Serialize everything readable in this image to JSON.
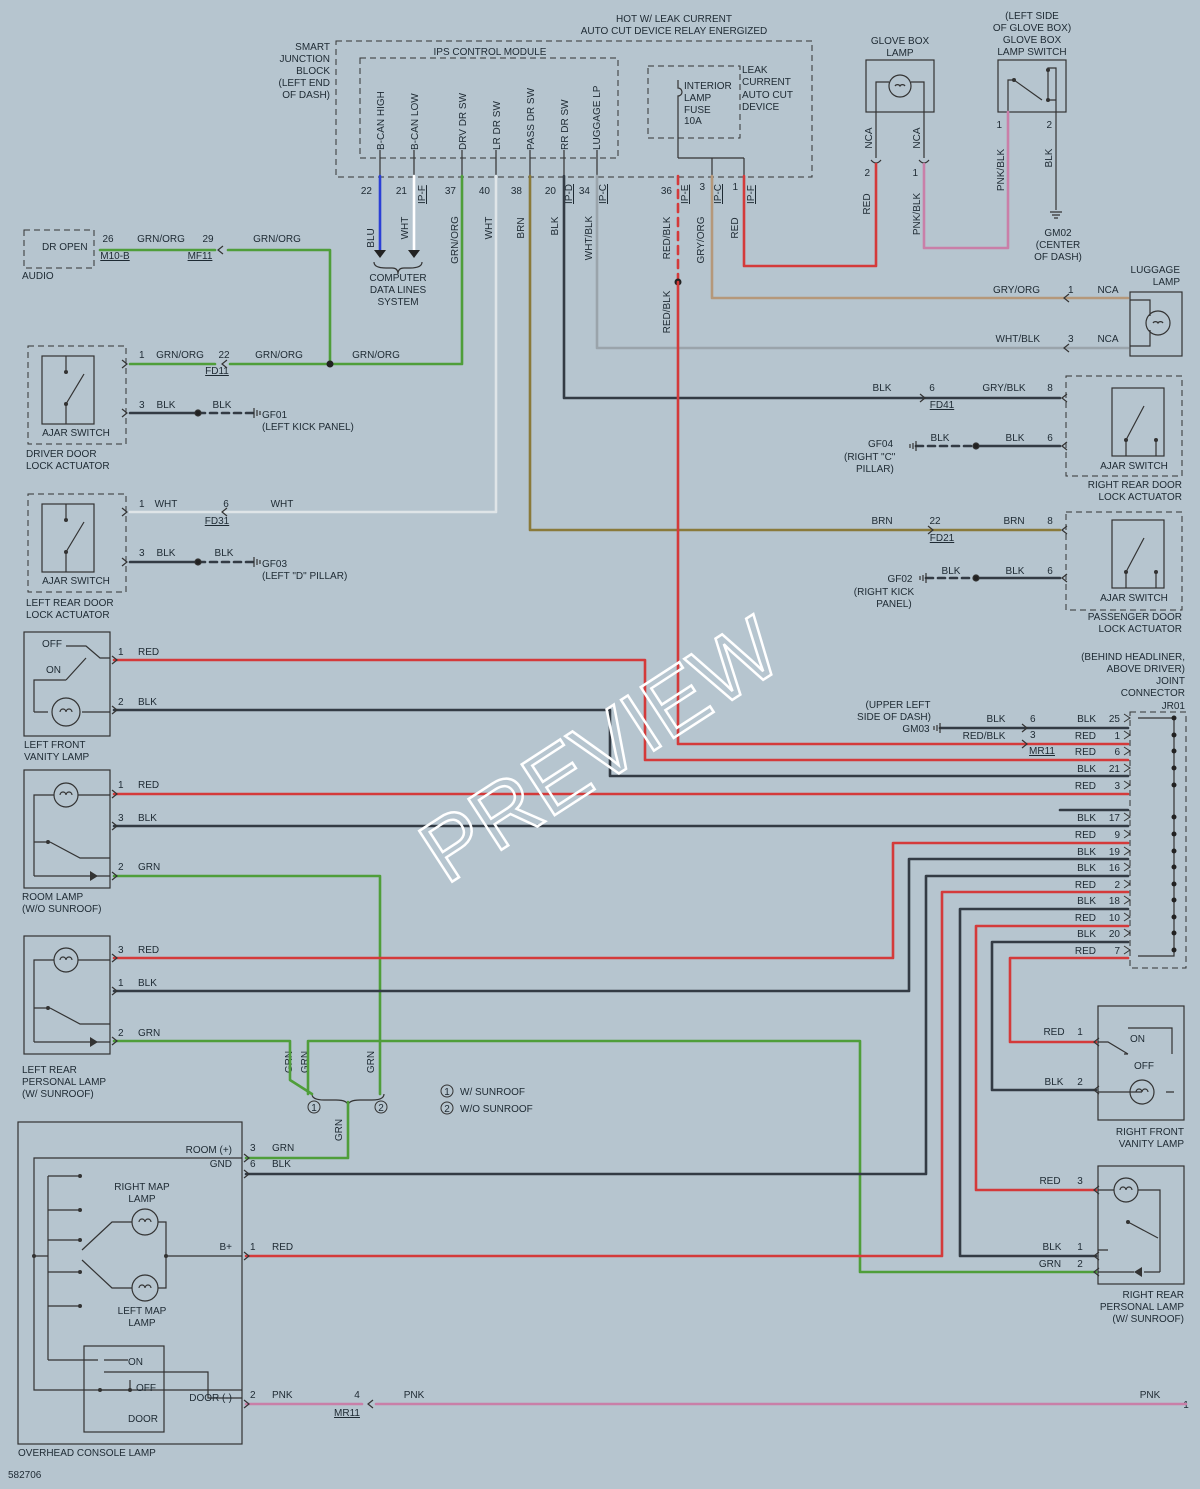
{
  "hot_label": [
    "HOT W/ LEAK CURRENT",
    "AUTO CUT DEVICE RELAY ENERGIZED"
  ],
  "diagram_id": "582706",
  "watermark": "PREVIEW",
  "legend": [
    "W/ SUNROOF",
    "W/O SUNROOF"
  ],
  "legend_marks": [
    "1",
    "2"
  ],
  "colors": {
    "red": "#d43a3a",
    "green": "#4f9e3a",
    "black": "#333b44",
    "gray": "#9aa4ab",
    "blue": "#2a3fd6",
    "brown": "#8a7a3a",
    "tan": "#b5987a",
    "pink": "#c97fa8"
  },
  "sjb": {
    "label": [
      "SMART",
      "JUNCTION",
      "BLOCK",
      "(LEFT END",
      "OF DASH)"
    ],
    "ips_title": "IPS CONTROL MODULE",
    "signals": [
      {
        "name": "B-CAN HIGH",
        "pin": "22",
        "wire": "BLU",
        "conn": ""
      },
      {
        "name": "B-CAN LOW",
        "pin": "21",
        "wire": "WHT",
        "conn": "IP-F"
      },
      {
        "name": "DRV DR SW",
        "pin": "37",
        "wire": "GRN/ORG",
        "conn": ""
      },
      {
        "name": "LR DR SW",
        "pin": "40",
        "wire": "WHT",
        "conn": ""
      },
      {
        "name": "PASS DR SW",
        "pin": "38",
        "wire": "BRN",
        "conn": ""
      },
      {
        "name": "RR DR SW",
        "pin": "20",
        "wire": "BLK",
        "conn": "IP-D"
      },
      {
        "name": "LUGGAGE LP",
        "pin": "34",
        "wire": "WHT/BLK",
        "conn": "IP-C"
      }
    ],
    "fuse": [
      "INTERIOR",
      "LAMP",
      "FUSE",
      "10A"
    ],
    "leak": [
      "LEAK",
      "CURRENT",
      "AUTO CUT",
      "DEVICE"
    ],
    "fuse_pins": [
      {
        "pin": "36",
        "conn": "IP-E",
        "wire": "RED/BLK"
      },
      {
        "pin": "3",
        "conn": "IP-C",
        "wire": "GRY/ORG"
      },
      {
        "pin": "1",
        "conn": "IP-F",
        "wire": "RED"
      }
    ]
  },
  "data_lines": [
    "COMPUTER",
    "DATA LINES",
    "SYSTEM"
  ],
  "glove_box_lamp": {
    "label": [
      "GLOVE BOX",
      "LAMP"
    ],
    "nca": "NCA",
    "pin": "2",
    "wire": "RED"
  },
  "glove_box_switch": {
    "label": [
      "(LEFT SIDE",
      "OF GLOVE BOX)",
      "GLOVE BOX",
      "LAMP SWITCH"
    ],
    "pin1": "1",
    "pin2": "2",
    "w1": "PNK/BLK",
    "w2": "BLK",
    "nca": "NCA",
    "lamp_pin": "1",
    "lamp_wire": "PNK/BLK"
  },
  "gm02": [
    "GM02",
    "(CENTER",
    "OF DASH)"
  ],
  "audio": {
    "box": "DR OPEN",
    "label": "AUDIO",
    "pin1": "26",
    "conn1": "M10-B",
    "wire1": "GRN/ORG",
    "pin2": "29",
    "conn2": "MF11",
    "wire2": "GRN/ORG"
  },
  "luggage": {
    "label": [
      "LUGGAGE",
      "LAMP"
    ],
    "pin1": "1",
    "w1": "GRY/ORG",
    "pin3": "3",
    "w3": "WHT/BLK",
    "nca": "NCA"
  },
  "driver_door": {
    "label": [
      "DRIVER DOOR",
      "LOCK ACTUATOR"
    ],
    "switch": "AJAR SWITCH",
    "p1": "1",
    "w1": "GRN/ORG",
    "c": "22",
    "conn": "FD11",
    "w2": "GRN/ORG",
    "w3": "GRN/ORG",
    "p3": "3",
    "b1": "BLK",
    "b2": "BLK",
    "gnd": "GF01",
    "gnd_loc": "(LEFT KICK PANEL)"
  },
  "left_rear_door": {
    "label": [
      "LEFT REAR DOOR",
      "LOCK ACTUATOR"
    ],
    "switch": "AJAR SWITCH",
    "p1": "1",
    "w1": "WHT",
    "c": "6",
    "conn": "FD31",
    "w2": "WHT",
    "p3": "3",
    "b1": "BLK",
    "b2": "BLK",
    "gnd": "GF03",
    "gnd_loc": "(LEFT \"D\" PILLAR)"
  },
  "right_rear_door": {
    "label": [
      "RIGHT REAR DOOR",
      "LOCK ACTUATOR"
    ],
    "switch": "AJAR SWITCH",
    "w1": "BLK",
    "c": "6",
    "conn": "FD41",
    "w2": "GRY/BLK",
    "p8": "8",
    "b1": "BLK",
    "b2": "BLK",
    "p6": "6",
    "gnd": [
      "GF04",
      "(RIGHT \"C\"",
      "PILLAR)"
    ]
  },
  "passenger_door": {
    "label": [
      "PASSENGER DOOR",
      "LOCK ACTUATOR"
    ],
    "switch": "AJAR SWITCH",
    "w1": "BRN",
    "c": "22",
    "conn": "FD21",
    "w2": "BRN",
    "p8": "8",
    "b1": "BLK",
    "b2": "BLK",
    "p6": "6",
    "gnd": [
      "GF02",
      "(RIGHT KICK",
      "PANEL)"
    ]
  },
  "left_vanity": {
    "label": [
      "LEFT FRONT",
      "VANITY LAMP"
    ],
    "off": "OFF",
    "on": "ON",
    "p1": "1",
    "w1": "RED",
    "p2": "2",
    "w2": "BLK"
  },
  "room_lamp": {
    "label": [
      "ROOM LAMP",
      "(W/O SUNROOF)"
    ],
    "p1": "1",
    "w1": "RED",
    "p3": "3",
    "w3": "BLK",
    "p2": "2",
    "w2": "GRN"
  },
  "left_rear_personal": {
    "label": [
      "LEFT REAR",
      "PERSONAL LAMP",
      "(W/ SUNROOF)"
    ],
    "p3": "3",
    "w3": "RED",
    "p1": "1",
    "w1": "BLK",
    "p2": "2",
    "w2": "GRN"
  },
  "joint": {
    "label": [
      "(BEHIND HEADLINER,",
      "ABOVE DRIVER)",
      "JOINT",
      "CONNECTOR",
      "JR01"
    ],
    "gm03": [
      "(UPPER LEFT",
      "SIDE OF DASH)",
      "GM03"
    ],
    "gm03_wire": "BLK",
    "gm03_pin": "6",
    "mr11_pin": "3",
    "mr11_conn": "MR11",
    "redblk": "RED/BLK",
    "pins": [
      {
        "w": "BLK",
        "p": "25"
      },
      {
        "w": "RED",
        "p": "1"
      },
      {
        "w": "RED",
        "p": "6"
      },
      {
        "w": "BLK",
        "p": "21"
      },
      {
        "w": "RED",
        "p": "3"
      },
      {
        "w": "BLK",
        "p": "17"
      },
      {
        "w": "RED",
        "p": "9"
      },
      {
        "w": "BLK",
        "p": "19"
      },
      {
        "w": "BLK",
        "p": "16"
      },
      {
        "w": "RED",
        "p": "2"
      },
      {
        "w": "BLK",
        "p": "18"
      },
      {
        "w": "RED",
        "p": "10"
      },
      {
        "w": "BLK",
        "p": "20"
      },
      {
        "w": "RED",
        "p": "7"
      }
    ]
  },
  "right_vanity": {
    "label": [
      "RIGHT FRONT",
      "VANITY LAMP"
    ],
    "on": "ON",
    "off": "OFF",
    "p1": "1",
    "w1": "RED",
    "p2": "2",
    "w2": "BLK"
  },
  "right_rear_personal": {
    "label": [
      "RIGHT REAR",
      "PERSONAL LAMP",
      "(W/ SUNROOF)"
    ],
    "p3": "3",
    "w3": "RED",
    "p1": "1",
    "w1": "BLK",
    "p2": "2",
    "w2": "GRN"
  },
  "splice": {
    "g1": "GRN",
    "g2": "GRN",
    "g3": "GRN",
    "g4": "GRN"
  },
  "overhead": {
    "label": "OVERHEAD CONSOLE LAMP",
    "right_map": [
      "RIGHT MAP",
      "LAMP"
    ],
    "left_map": [
      "LEFT MAP",
      "LAMP"
    ],
    "on": "ON",
    "off": "OFF",
    "door": "DOOR",
    "room": "ROOM (+)",
    "room_pin": "3",
    "room_wire": "GRN",
    "gnd": "GND",
    "gnd_pin": "6",
    "gnd_wire": "BLK",
    "bplus": "B+",
    "bplus_pin": "1",
    "bplus_wire": "RED",
    "door_neg": "DOOR (-)",
    "door_pin": "2",
    "door_wire": "PNK",
    "mr11_pin": "4",
    "mr11_conn": "MR11",
    "pnk2": "PNK",
    "pnk3": "PNK",
    "end_pin": "1"
  }
}
